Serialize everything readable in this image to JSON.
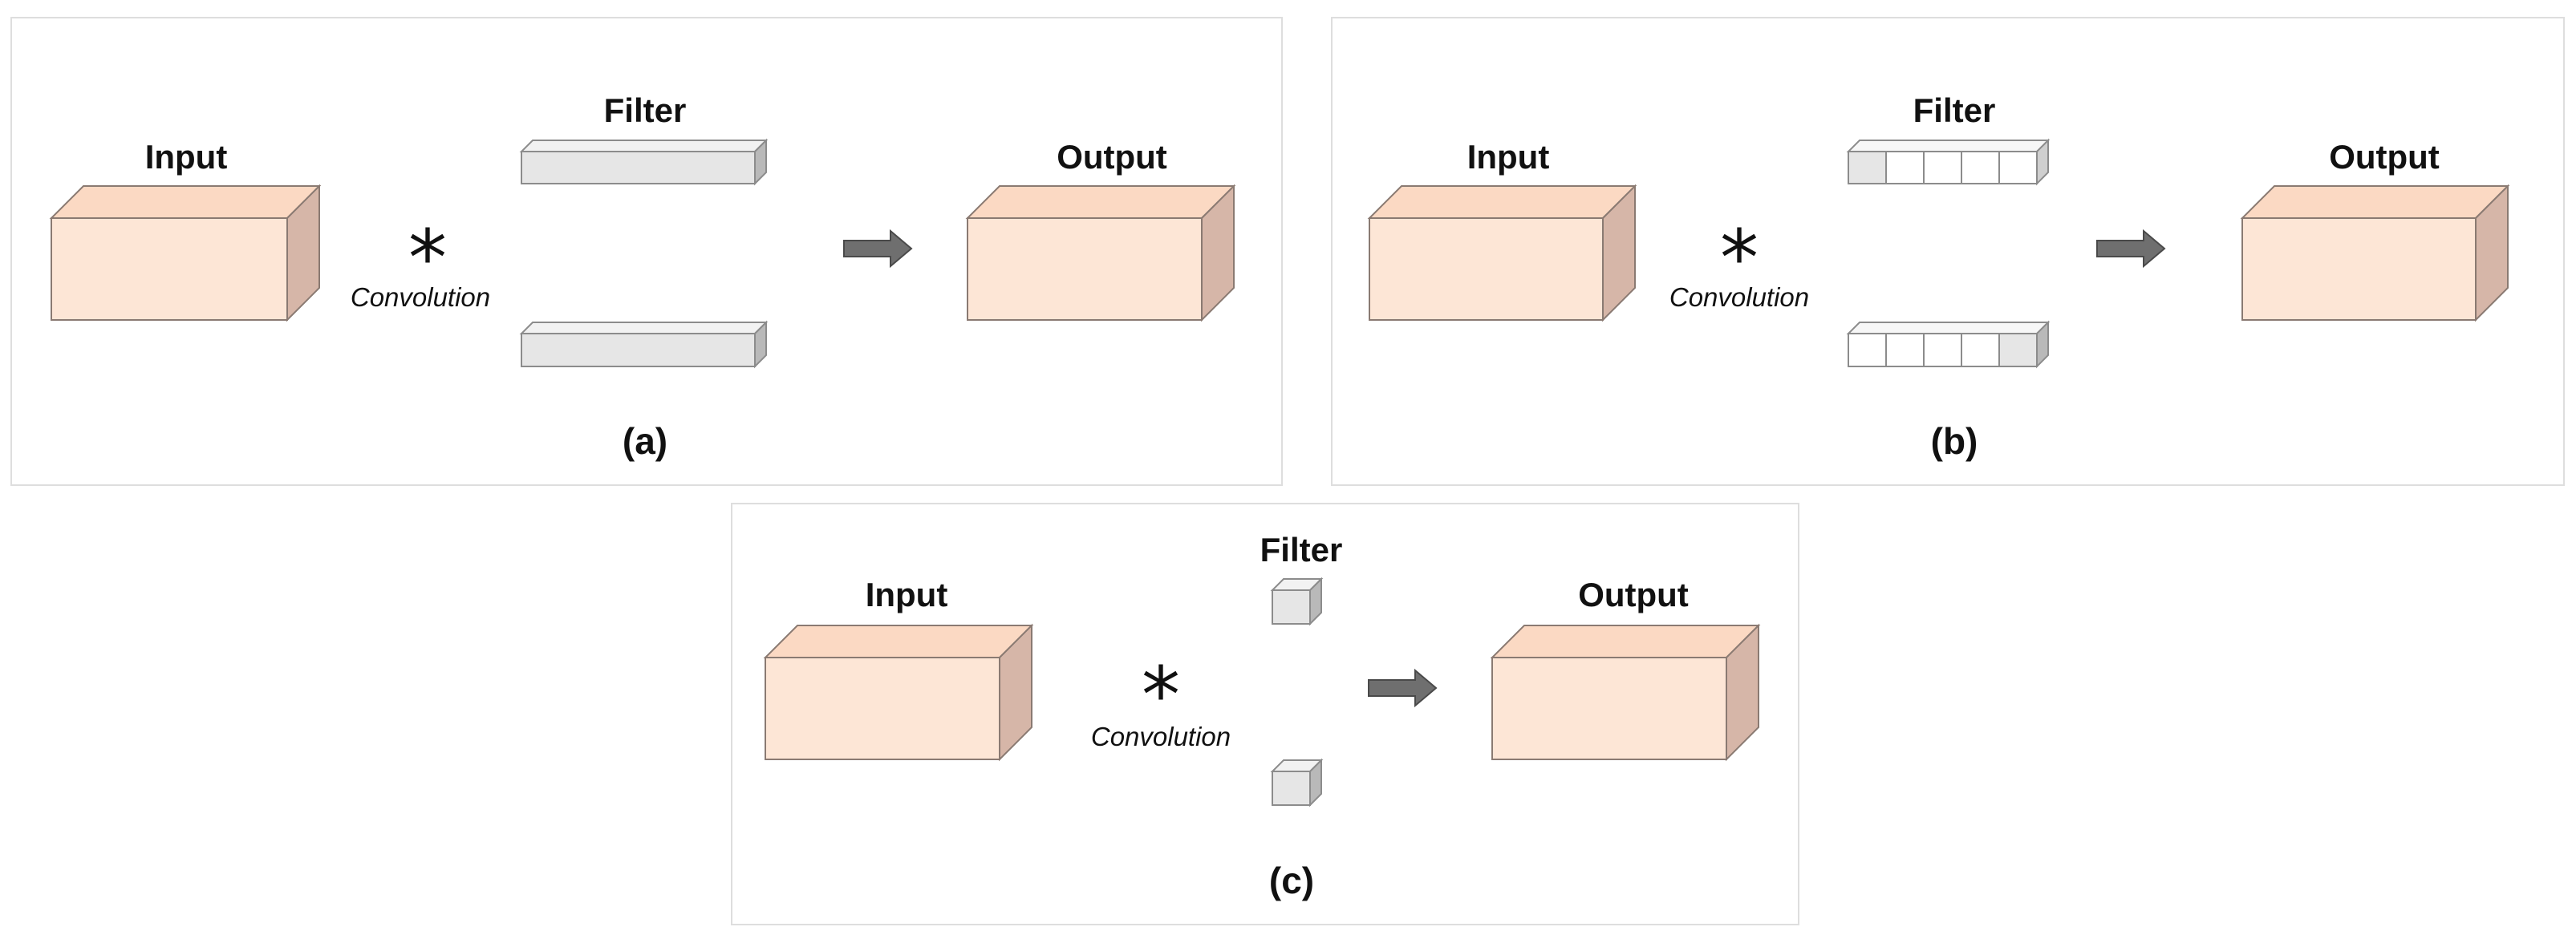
{
  "colors": {
    "panel_border": "#d9d9d9",
    "box_front": "#fde6d6",
    "box_top": "#fbd9c3",
    "box_side": "#d6b6a8",
    "box_stroke": "#8a7a72",
    "filter_fill": "#e6e6e6",
    "filter_top": "#f2f2f2",
    "filter_side": "#b9b9b9",
    "filter_stroke": "#8c8c8c",
    "arrow": "#6f6f6f"
  },
  "panels": [
    {
      "caption": "(a)",
      "input_label": "Input",
      "filter_label": "Filter",
      "output_label": "Output",
      "operator_symbol": "*",
      "operator_label": "Convolution",
      "filter_style": "bar"
    },
    {
      "caption": "(b)",
      "input_label": "Input",
      "filter_label": "Filter",
      "output_label": "Output",
      "operator_symbol": "*",
      "operator_label": "Convolution",
      "filter_style": "segmented"
    },
    {
      "caption": "(c)",
      "input_label": "Input",
      "filter_label": "Filter",
      "output_label": "Output",
      "operator_symbol": "*",
      "operator_label": "Convolution",
      "filter_style": "cube"
    }
  ]
}
